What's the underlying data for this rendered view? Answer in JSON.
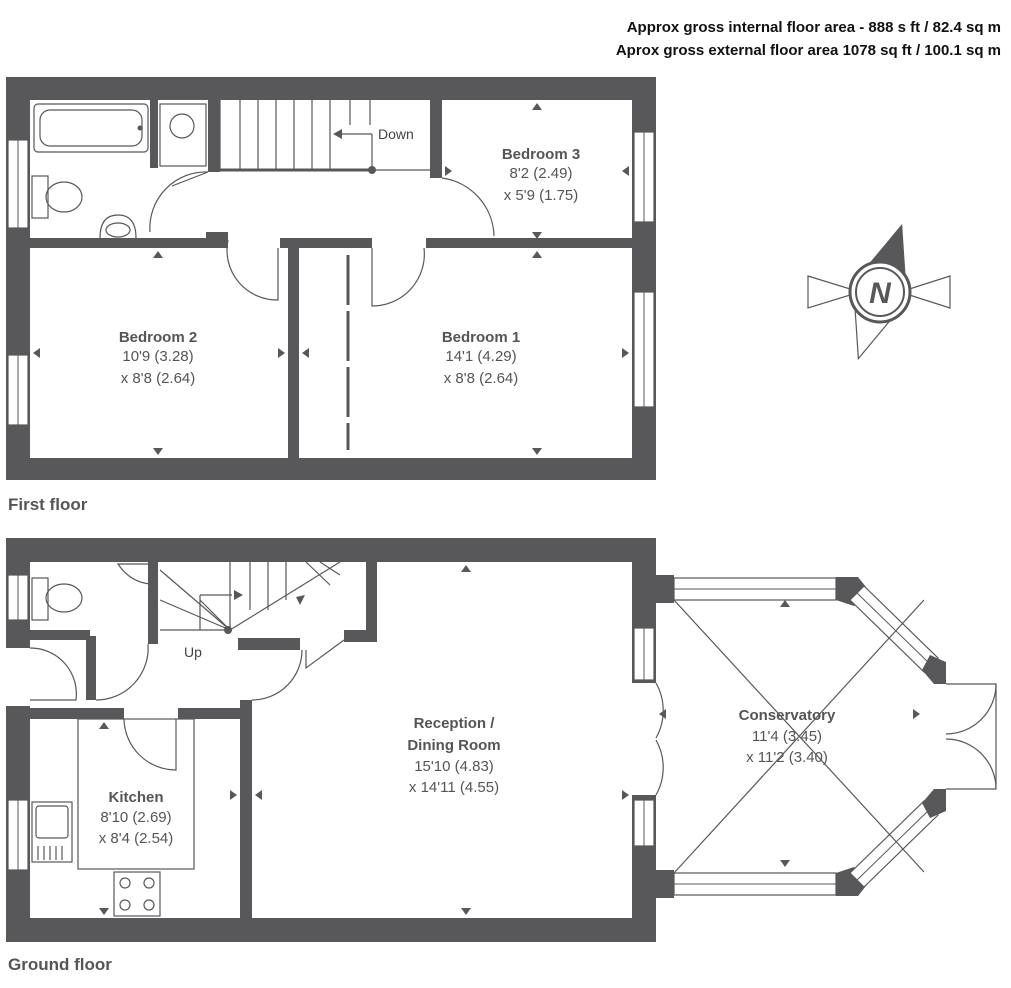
{
  "header": {
    "internal_area": "Approx gross internal floor area - 888 s ft / 82.4 sq m",
    "external_area": "Aprox gross external floor area 1078 sq ft / 100.1 sq m"
  },
  "floors": {
    "first": {
      "label": "First floor",
      "rooms": {
        "bedroom3": {
          "name": "Bedroom 3",
          "dim1": "8'2 (2.49)",
          "dim2": "x 5'9 (1.75)"
        },
        "bedroom2": {
          "name": "Bedroom 2",
          "dim1": "10'9 (3.28)",
          "dim2": "x 8'8 (2.64)"
        },
        "bedroom1": {
          "name": "Bedroom 1",
          "dim1": "14'1 (4.29)",
          "dim2": "x 8'8 (2.64)"
        }
      },
      "stairs_label": "Down"
    },
    "ground": {
      "label": "Ground floor",
      "rooms": {
        "reception": {
          "name1": "Reception /",
          "name2": "Dining Room",
          "dim1": "15'10 (4.83)",
          "dim2": "x 14'11 (4.55)"
        },
        "conservatory": {
          "name": "Conservatory",
          "dim1": "11'4 (3.45)",
          "dim2": "x 11'2 (3.40)"
        },
        "kitchen": {
          "name": "Kitchen",
          "dim1": "8'10 (2.69)",
          "dim2": "x 8'4 (2.54)"
        }
      },
      "stairs_label": "Up"
    }
  },
  "compass": {
    "letter": "N",
    "icon": "compass-rose-icon"
  },
  "colors": {
    "wall": "#58585a",
    "text": "#555555"
  }
}
